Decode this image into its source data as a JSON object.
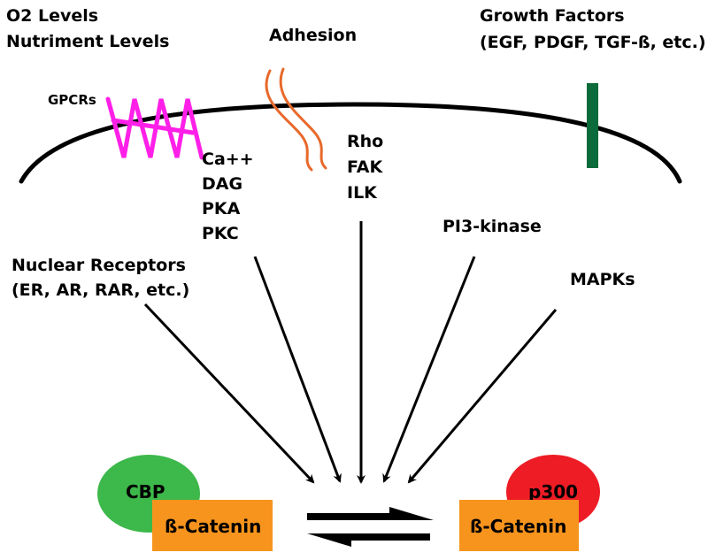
{
  "colors": {
    "membrane": "#000000",
    "gpcr": "#ff1fe8",
    "adhesion": "#e8692b",
    "growth_receptor": "#0b6b3a",
    "cbp": "#3db84a",
    "p300": "#ee1c25",
    "catenin": "#f7941d",
    "arrow": "#000000"
  },
  "labels": {
    "o2_levels": "O2 Levels",
    "nutriment_levels": "Nutriment Levels",
    "adhesion": "Adhesion",
    "growth_factors": "Growth Factors",
    "growth_factors_list": "(EGF, PDGF, TGF-ß, etc.)",
    "gpcrs": "GPCRs",
    "rho": "Rho",
    "fak": "FAK",
    "ilk": "ILK",
    "ca": "Ca++",
    "dag": "DAG",
    "pka": "PKA",
    "pkc": "PKC",
    "pi3k": "PI3-kinase",
    "nuclear_receptors": "Nuclear Receptors",
    "nuclear_receptors_list": "(ER, AR, RAR, etc.)",
    "mapks": "MAPKs",
    "cbp": "CBP",
    "p300": "p300",
    "catenin_left": "ß-Catenin",
    "catenin_right": "ß-Catenin"
  },
  "icons": {
    "gpcr": "gpcr-coil-icon",
    "adhesion": "adhesion-molecule-icon",
    "growth_receptor": "growth-factor-receptor-icon"
  }
}
